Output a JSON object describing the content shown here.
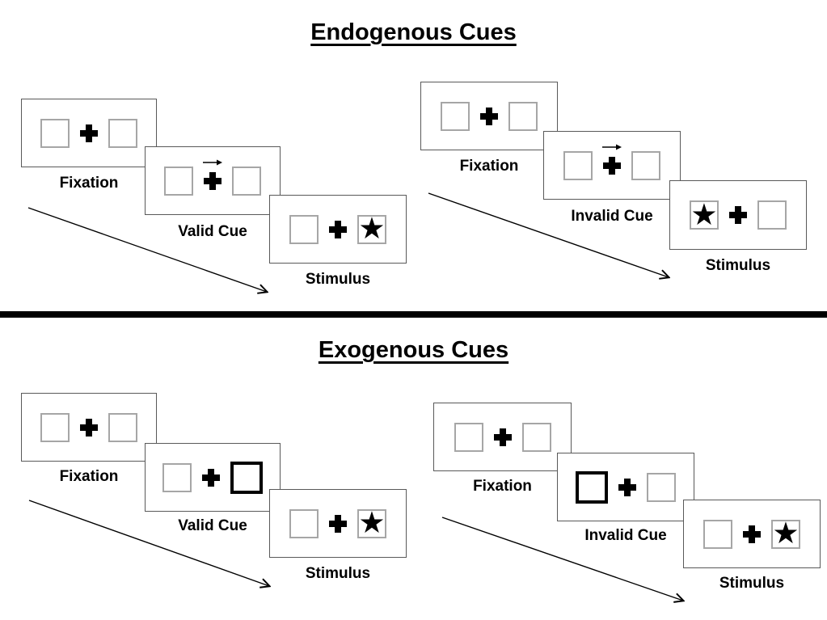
{
  "page_title": "Posner cueing task diagram",
  "icons": {
    "star": "★",
    "fixation_cross": "+",
    "cue_arrow": "→"
  },
  "colors": {
    "background": "#ffffff",
    "ink": "#000000",
    "box_border": "#a6a6a6",
    "panel_border": "#595959"
  },
  "sections": [
    {
      "title": "Endogenous Cues",
      "groups": [
        {
          "name": "valid-trial",
          "panels": [
            {
              "label": "Fixation",
              "left_box": "empty",
              "right_box": "empty",
              "cue": "none"
            },
            {
              "label": "Valid Cue",
              "left_box": "empty",
              "right_box": "empty",
              "cue": "central-arrow-right"
            },
            {
              "label": "Stimulus",
              "left_box": "empty",
              "right_box": "star",
              "cue": "none"
            }
          ]
        },
        {
          "name": "invalid-trial",
          "panels": [
            {
              "label": "Fixation",
              "left_box": "empty",
              "right_box": "empty",
              "cue": "none"
            },
            {
              "label": "Invalid Cue",
              "left_box": "empty",
              "right_box": "empty",
              "cue": "central-arrow-right"
            },
            {
              "label": "Stimulus",
              "left_box": "star",
              "right_box": "empty",
              "cue": "none"
            }
          ]
        }
      ]
    },
    {
      "title": "Exogenous Cues",
      "groups": [
        {
          "name": "valid-trial",
          "panels": [
            {
              "label": "Fixation",
              "left_box": "empty",
              "right_box": "empty",
              "cue": "none"
            },
            {
              "label": "Valid Cue",
              "left_box": "empty",
              "right_box": "bold-outline",
              "cue": "peripheral-box-right"
            },
            {
              "label": "Stimulus",
              "left_box": "empty",
              "right_box": "star",
              "cue": "none"
            }
          ]
        },
        {
          "name": "invalid-trial",
          "panels": [
            {
              "label": "Fixation",
              "left_box": "empty",
              "right_box": "empty",
              "cue": "none"
            },
            {
              "label": "Invalid Cue",
              "left_box": "bold-outline",
              "right_box": "empty",
              "cue": "peripheral-box-left"
            },
            {
              "label": "Stimulus",
              "left_box": "empty",
              "right_box": "star",
              "cue": "none"
            }
          ]
        }
      ]
    }
  ]
}
